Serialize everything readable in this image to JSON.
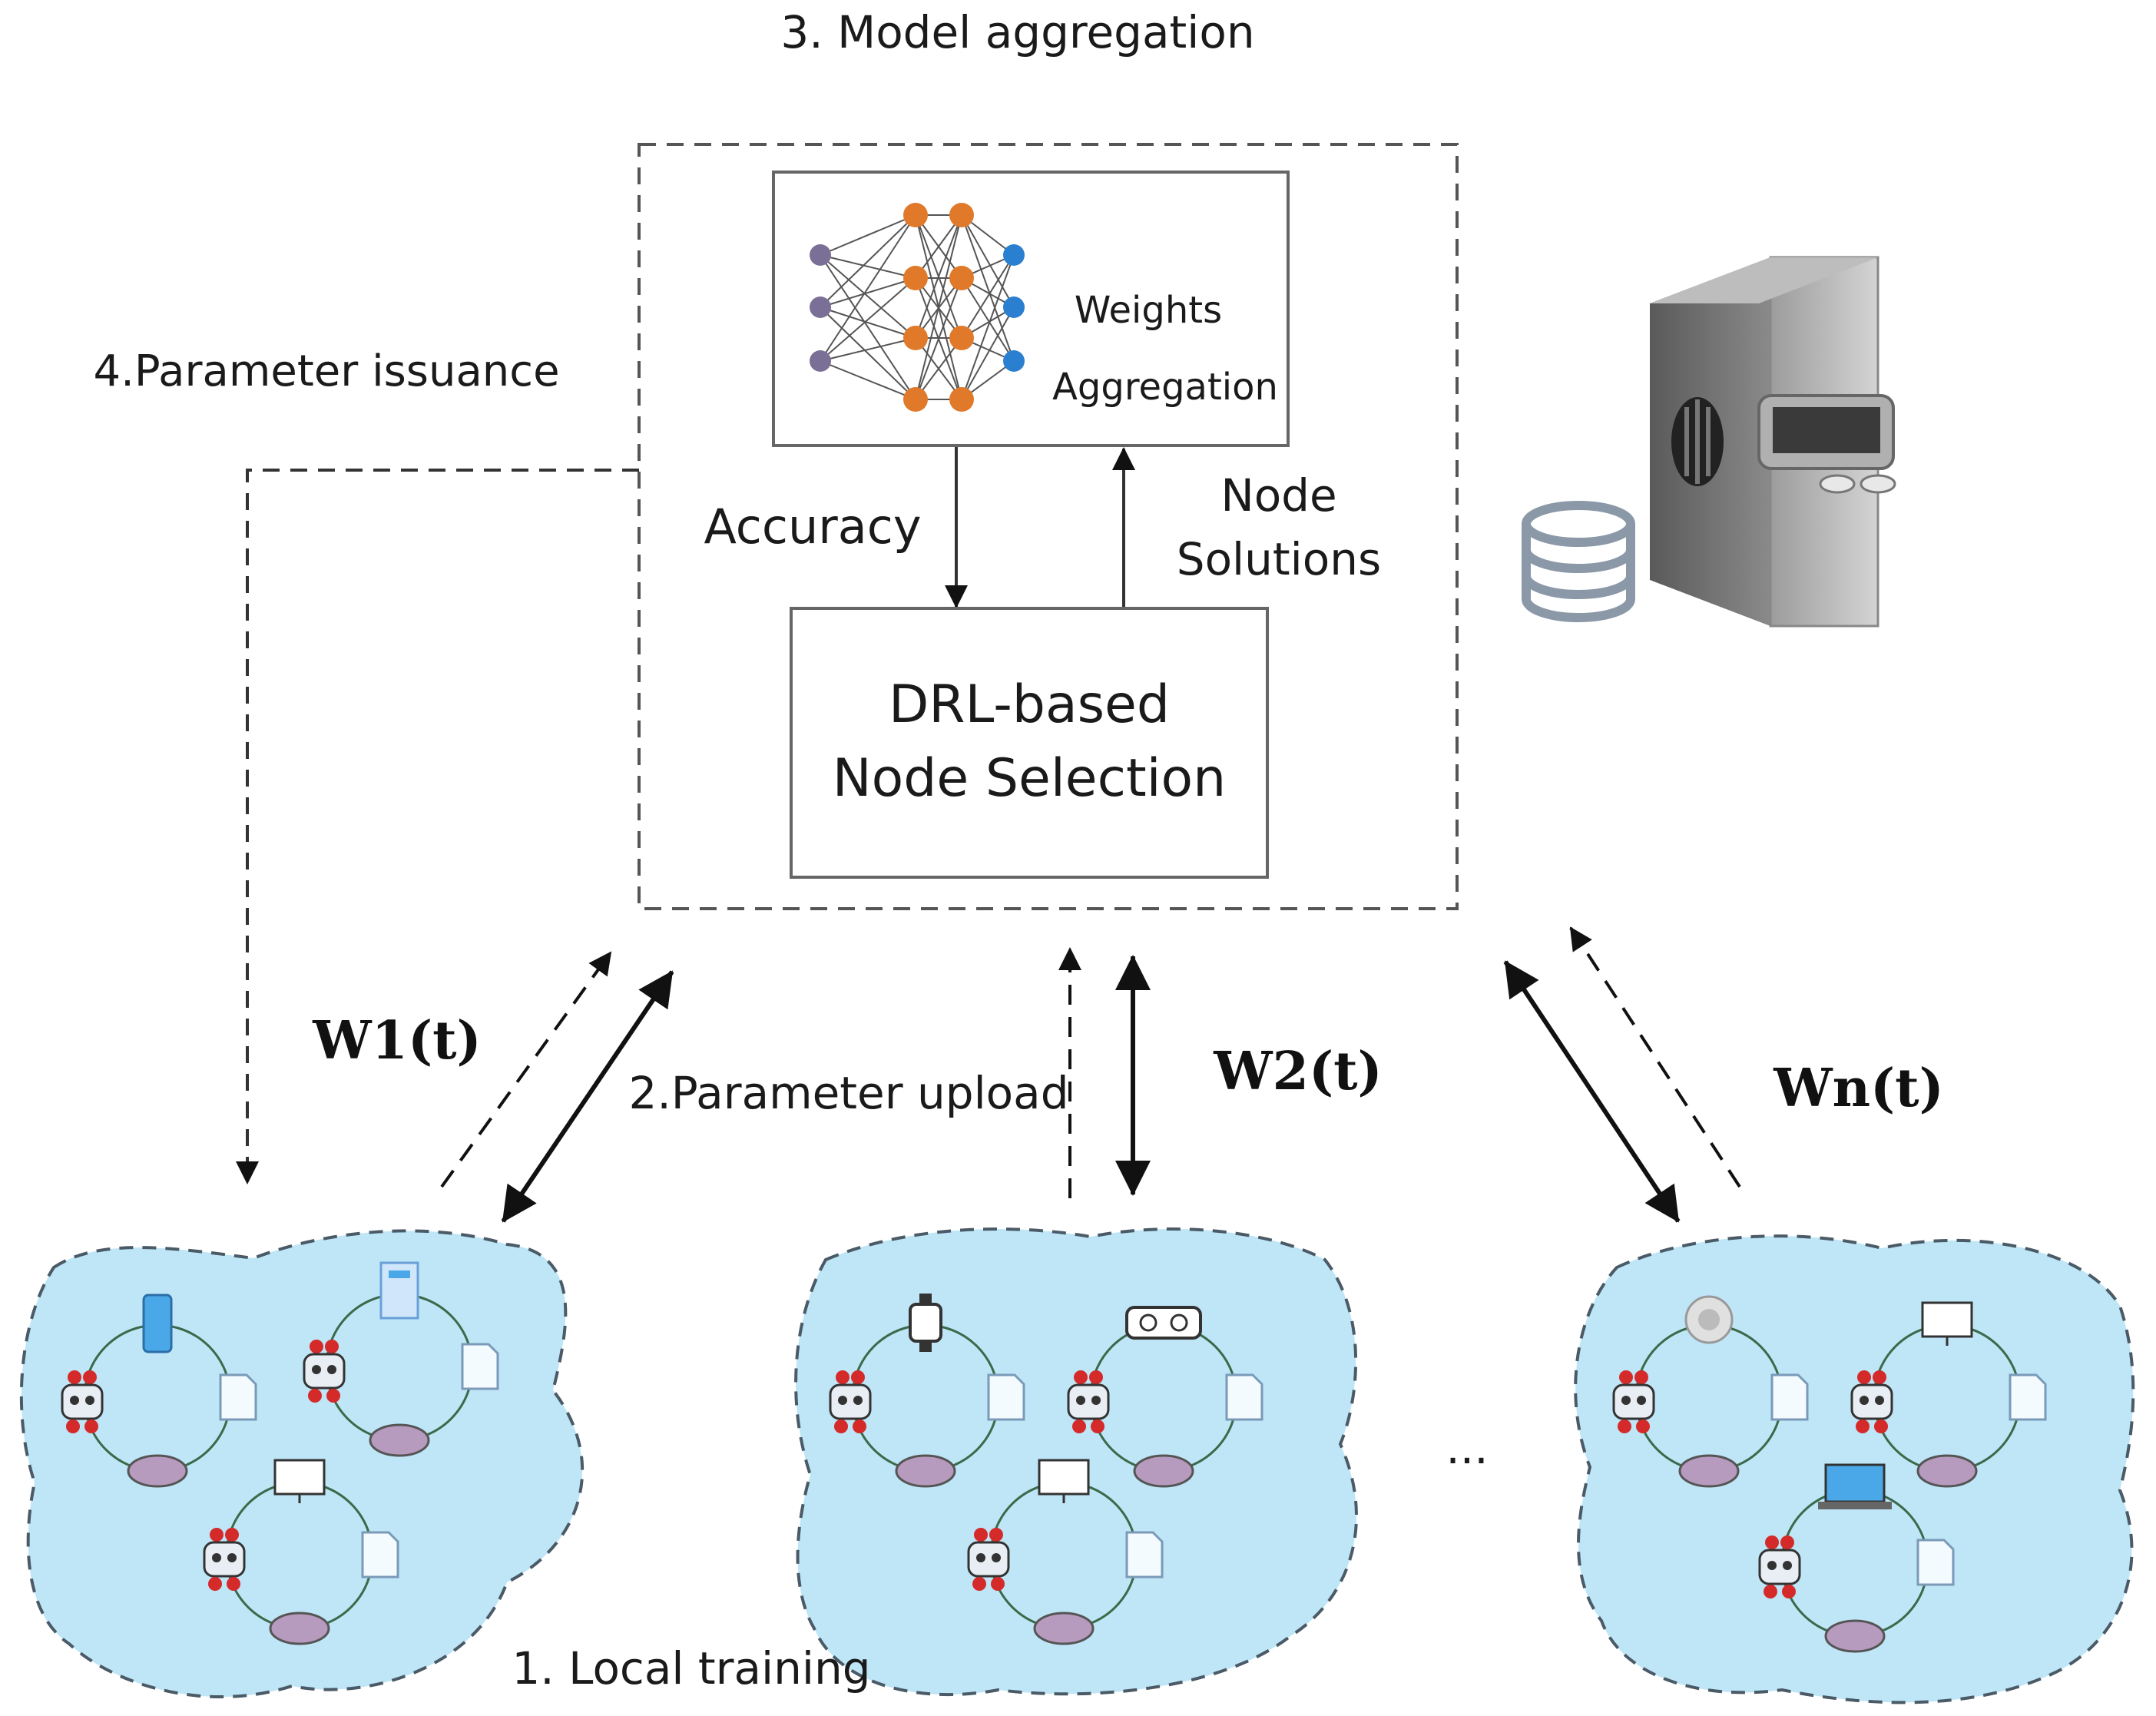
{
  "labels": {
    "model_aggregation": "3. Model aggregation",
    "parameter_issuance": "4.Parameter issuance",
    "weights": "Weights",
    "aggregation": "Aggregation",
    "accuracy": "Accuracy",
    "node": "Node",
    "solutions": "Solutions",
    "drl_line1": "DRL-based",
    "drl_line2": "Node Selection",
    "w1": "W1(t)",
    "w2": "W2(t)",
    "wn": "Wn(t)",
    "parameter_upload": "2.Parameter upload",
    "ellipsis": "...",
    "local_training": "1. Local training"
  },
  "colors": {
    "cloud_fill": "#bfe6f7",
    "cloud_stroke": "#4a5a66",
    "input_node": "#7a6f96",
    "hidden_node": "#e07a2a",
    "output_node": "#2a7fd0",
    "data_disk": "#b79bbf",
    "robot_red": "#d42a2a",
    "device_blue": "#4aa8e8"
  },
  "icons": {
    "server": "server-tower-icon",
    "database": "database-icon",
    "network": "neural-network-icon"
  }
}
